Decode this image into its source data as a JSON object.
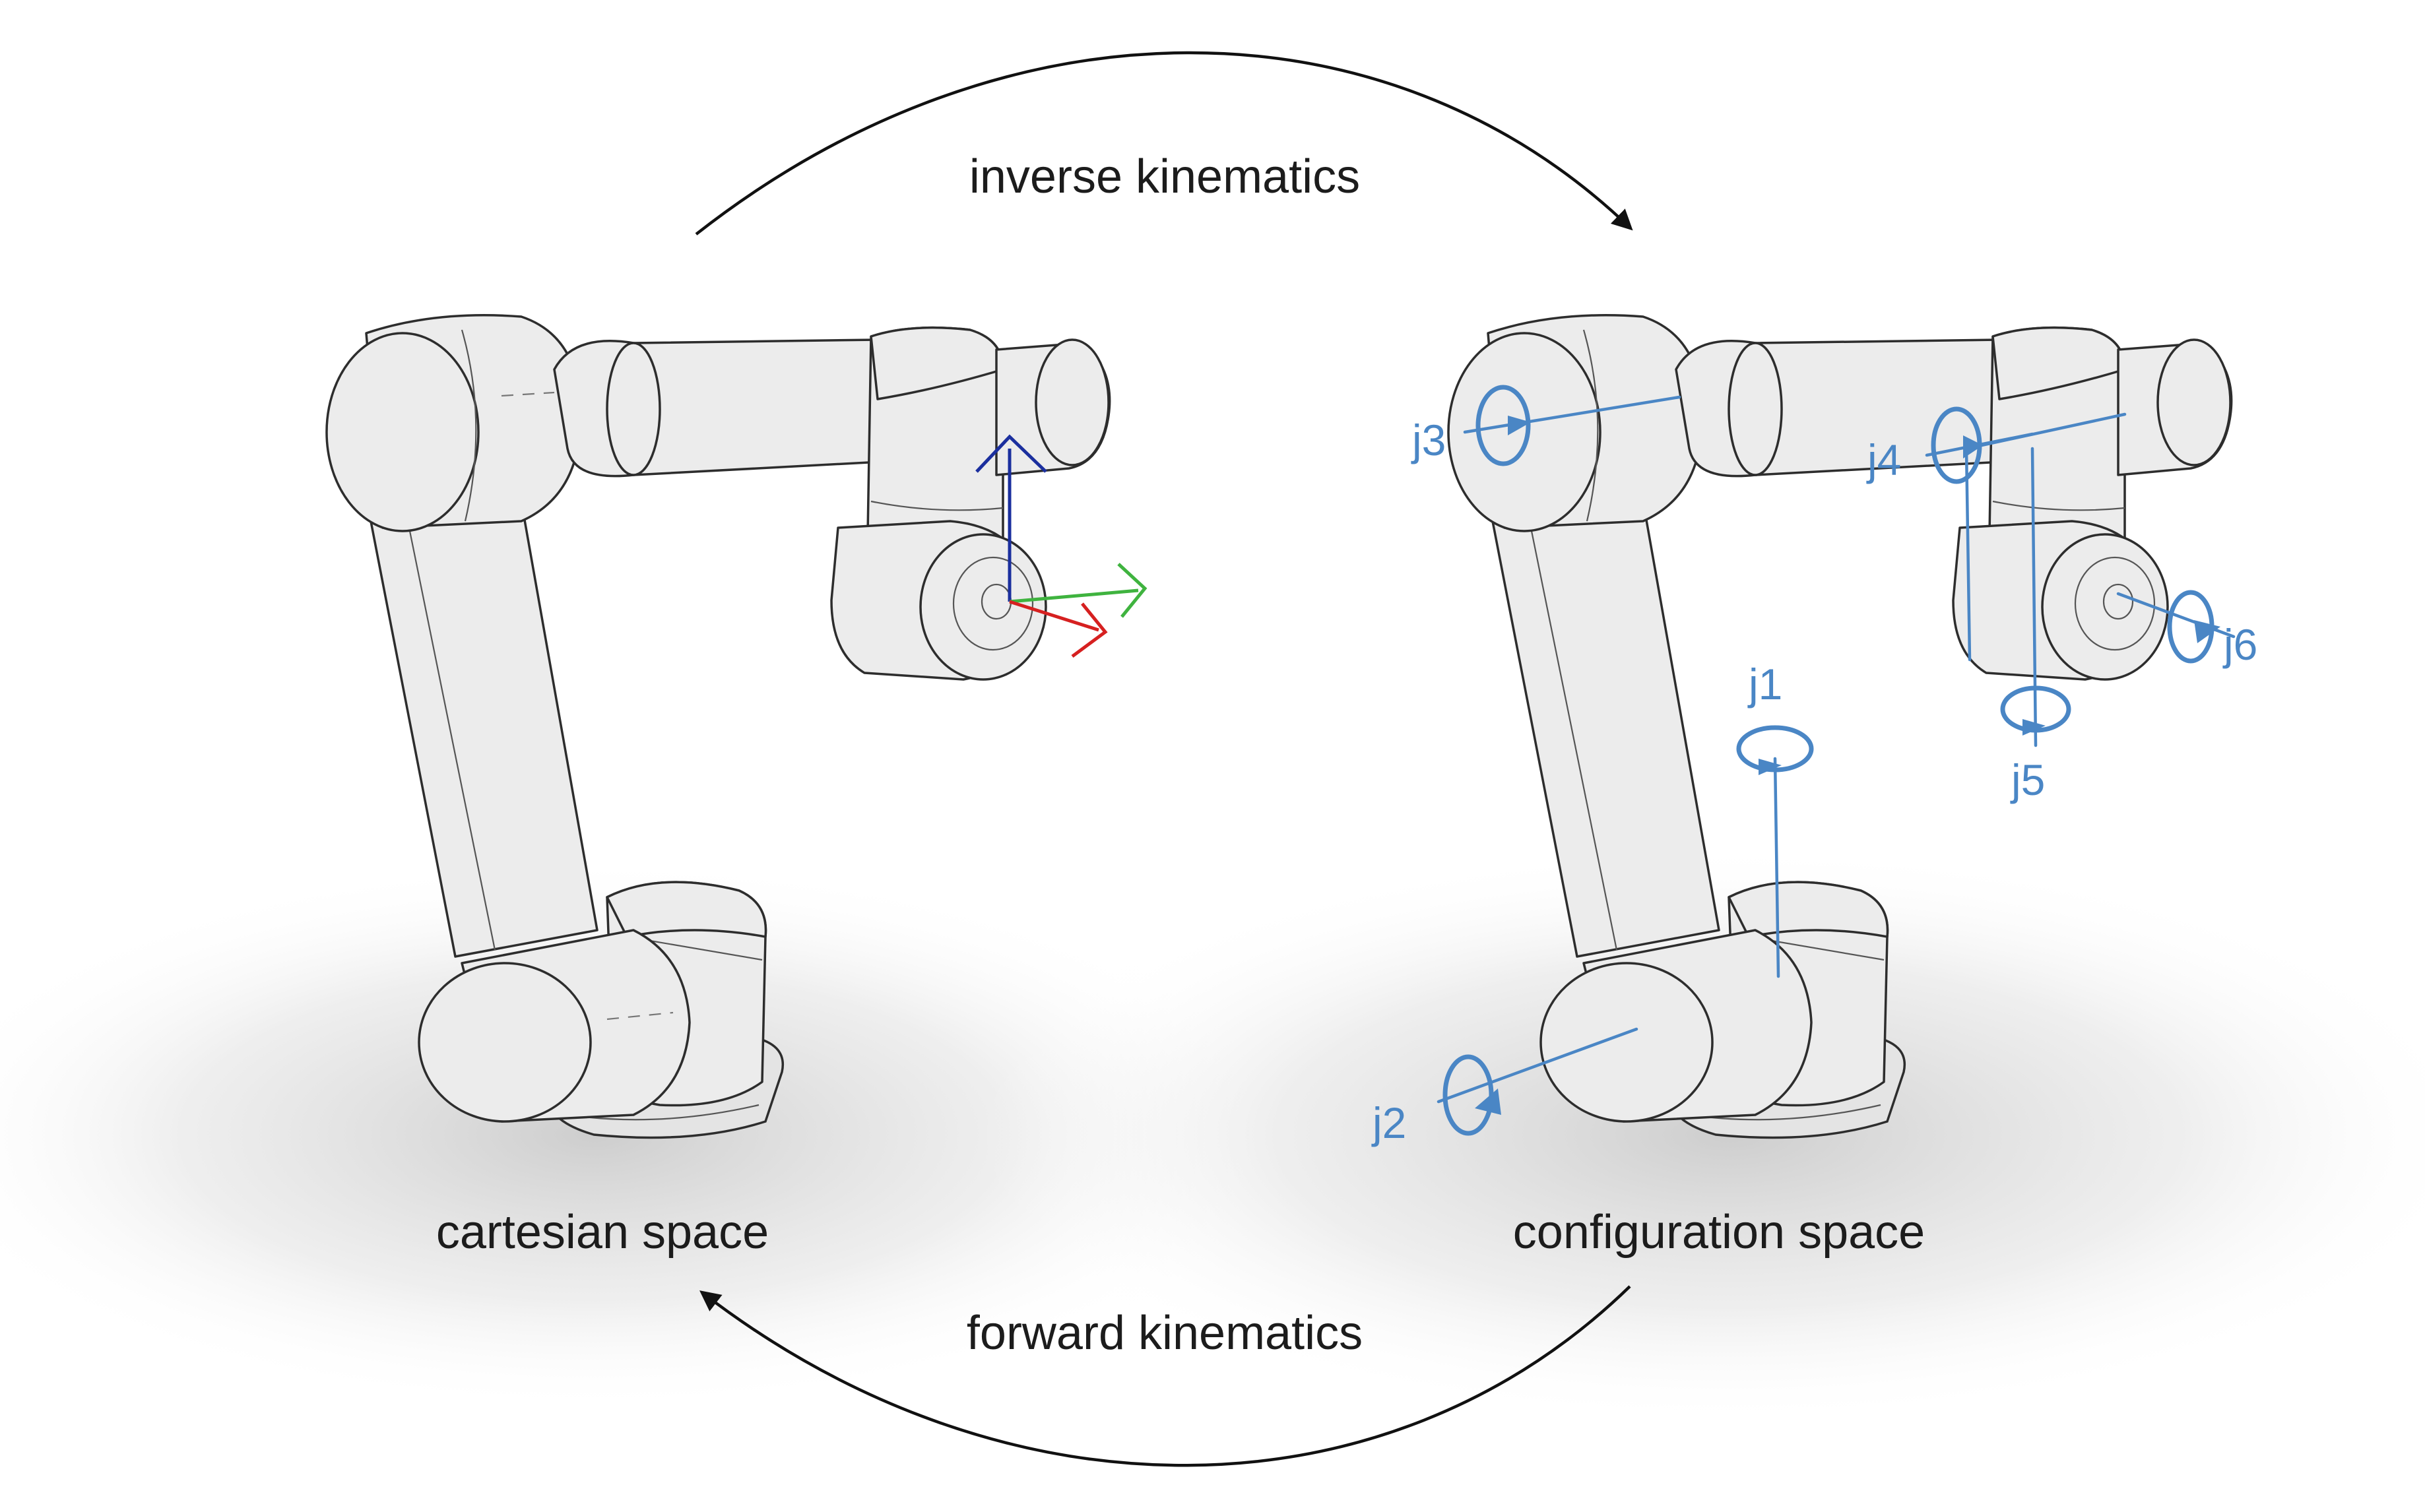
{
  "labels": {
    "top_arrow": "inverse kinematics",
    "bottom_arrow": "forward kinematics",
    "left_space": "cartesian space",
    "right_space": "configuration space"
  },
  "joints": [
    "j1",
    "j2",
    "j3",
    "j4",
    "j5",
    "j6"
  ],
  "colors": {
    "joint_annotation": "#4a86c5",
    "frame_x": "#d62020",
    "frame_y": "#3fb33f",
    "frame_z": "#1b2f9e",
    "arrow": "#111111"
  }
}
